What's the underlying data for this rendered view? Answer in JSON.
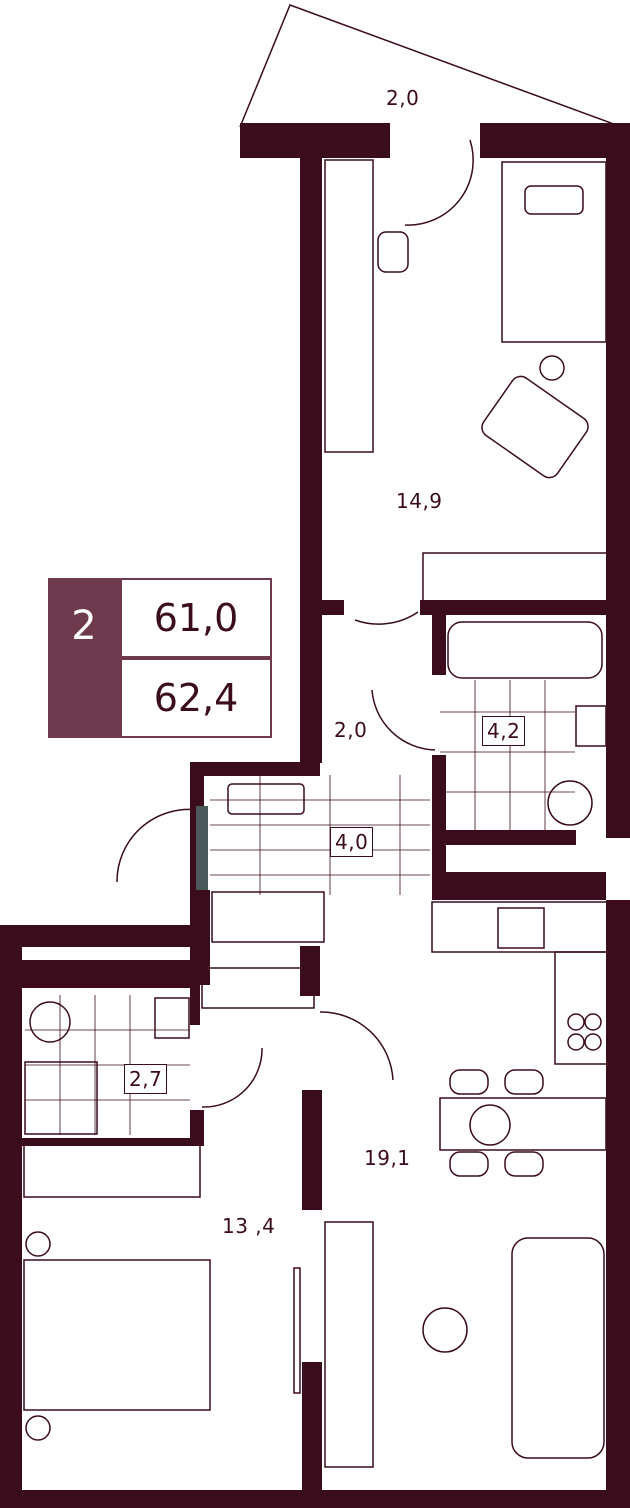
{
  "badge": {
    "rooms": "2",
    "area_living": "61,0",
    "area_total": "62,4"
  },
  "rooms": {
    "balcony": "2,0",
    "bedroom_top": "14,9",
    "hall": "2,0",
    "bathroom": "4,2",
    "corridor": "4,0",
    "wc": "2,7",
    "kitchen_living": "19,1",
    "bedroom_bottom": "13 ,4"
  },
  "colors": {
    "wall": "#3b0c1c",
    "badge": "#6e3a4d",
    "line": "#3b0c1c",
    "door_strip": "#4a5a5a"
  }
}
